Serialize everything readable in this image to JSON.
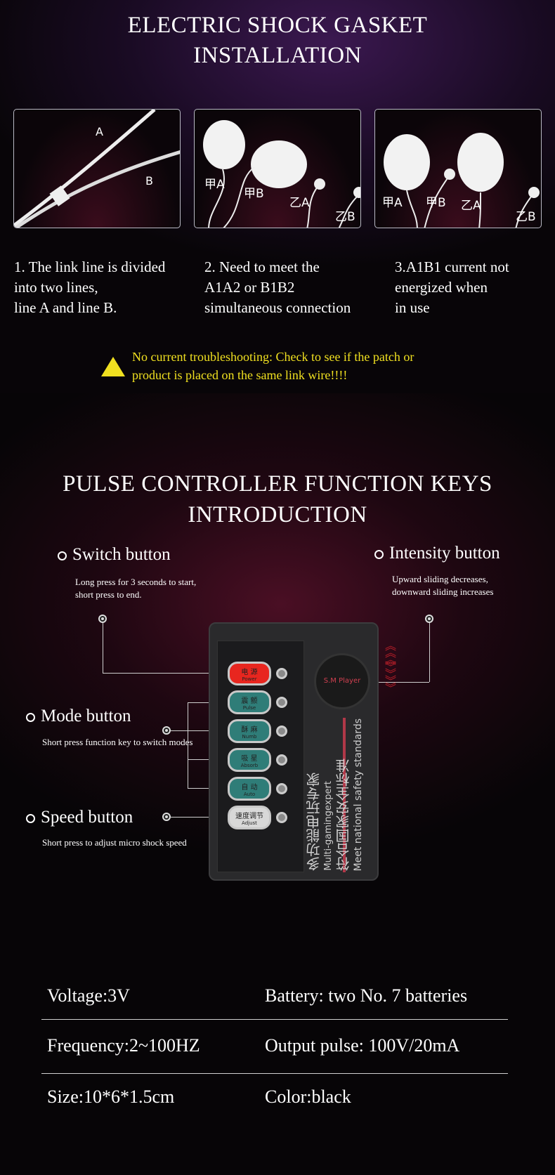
{
  "install": {
    "title_line1": "ELECTRIC SHOCK GASKET",
    "title_line2": "INSTALLATION",
    "panels": [
      {
        "labels": [
          "A",
          "B"
        ]
      },
      {
        "labels": [
          "甲A",
          "甲B",
          "乙A",
          "乙B"
        ]
      },
      {
        "labels": [
          "甲A",
          "甲B",
          "乙A",
          "乙B"
        ]
      }
    ],
    "captions": [
      [
        "1. The link line is divided",
        "into two lines,",
        "line A and line B."
      ],
      [
        "2. Need to meet the",
        "A1A2 or B1B2",
        "simultaneous connection"
      ],
      [
        "3.A1B1 current not",
        "energized when",
        "in use"
      ]
    ],
    "warning_icon": "warning-triangle-icon",
    "warning": [
      "No current troubleshooting: Check to see if the patch or",
      "product is placed on the same link wire!!!!"
    ],
    "warning_color": "#f0e020"
  },
  "controller": {
    "title_line1": "PULSE CONTROLLER FUNCTION KEYS",
    "title_line2": "INTRODUCTION",
    "switch": {
      "label": "Switch button",
      "desc": [
        "Long press for 3 seconds to start,",
        "short press to end."
      ]
    },
    "intensity": {
      "label": "Intensity button",
      "desc": [
        "Upward sliding decreases,",
        "downward sliding increases"
      ]
    },
    "mode": {
      "label": "Mode button",
      "desc": "Short press function key to switch modes"
    },
    "speed": {
      "label": "Speed button",
      "desc": "Short press to adjust micro shock speed"
    },
    "device": {
      "buttons": [
        {
          "cn": "电 源",
          "en": "Power",
          "color": "#e8261f"
        },
        {
          "cn": "震 颤",
          "en": "Pulse",
          "color": "#2f7d78"
        },
        {
          "cn": "酥 麻",
          "en": "Numb",
          "color": "#2f7d78"
        },
        {
          "cn": "吸 星",
          "en": "Absorb",
          "color": "#2f7d78"
        },
        {
          "cn": "自 动",
          "en": "Auto",
          "color": "#2f7d78"
        },
        {
          "cn": "速度调节",
          "en": "Adjust",
          "color": "#d8d8d8"
        }
      ],
      "knob": "S.M Player",
      "vertical_cn1": "多功能电玩专家",
      "vertical_en1": "Multi-gamingexpert",
      "vertical_cn2": "符合国家安全标准",
      "vertical_en2": "Meet national safety standards"
    }
  },
  "specs": [
    [
      "Voltage:3V",
      "Battery: two No. 7 batteries"
    ],
    [
      "Frequency:2~100HZ",
      "Output pulse: 100V/20mA"
    ],
    [
      "Size:10*6*1.5cm",
      "Color:black"
    ]
  ]
}
